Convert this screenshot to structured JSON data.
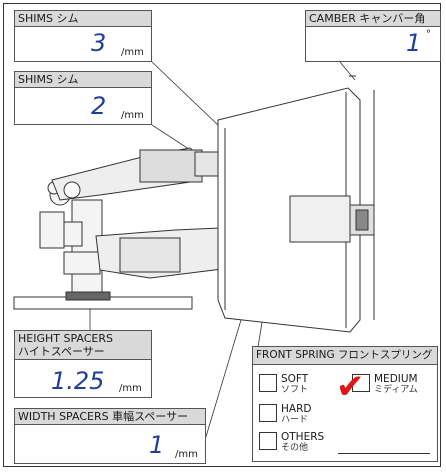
{
  "shims_top": {
    "label": "SHIMS シム",
    "value": "3",
    "unit": "/mm"
  },
  "shims_mid": {
    "label": "SHIMS シム",
    "value": "2",
    "unit": "/mm"
  },
  "camber": {
    "label": "CAMBER キャンバー角",
    "value": "1",
    "unit": "°"
  },
  "height_spacers": {
    "label_line1": "HEIGHT SPACERS",
    "label_line2": "ハイトスペーサー",
    "value": "1.25",
    "unit": "/mm"
  },
  "width_spacers": {
    "label": "WIDTH SPACERS 車幅スペーサー",
    "value": "1",
    "unit": "/mm"
  },
  "front_spring": {
    "title": "FRONT SPRING フロントスプリング",
    "options": [
      {
        "label": "SOFT",
        "sub": "ソフト",
        "checked": false
      },
      {
        "label": "MEDIUM",
        "sub": "ミディアム",
        "checked": true
      },
      {
        "label": "HARD",
        "sub": "ハード",
        "checked": false
      },
      {
        "label": "OTHERS",
        "sub": "その他",
        "checked": false
      }
    ],
    "check_mark": "✔"
  },
  "colors": {
    "value_blue": "#1f3f9a",
    "header_grey": "#d9d9d9",
    "check_red": "#e31414"
  }
}
